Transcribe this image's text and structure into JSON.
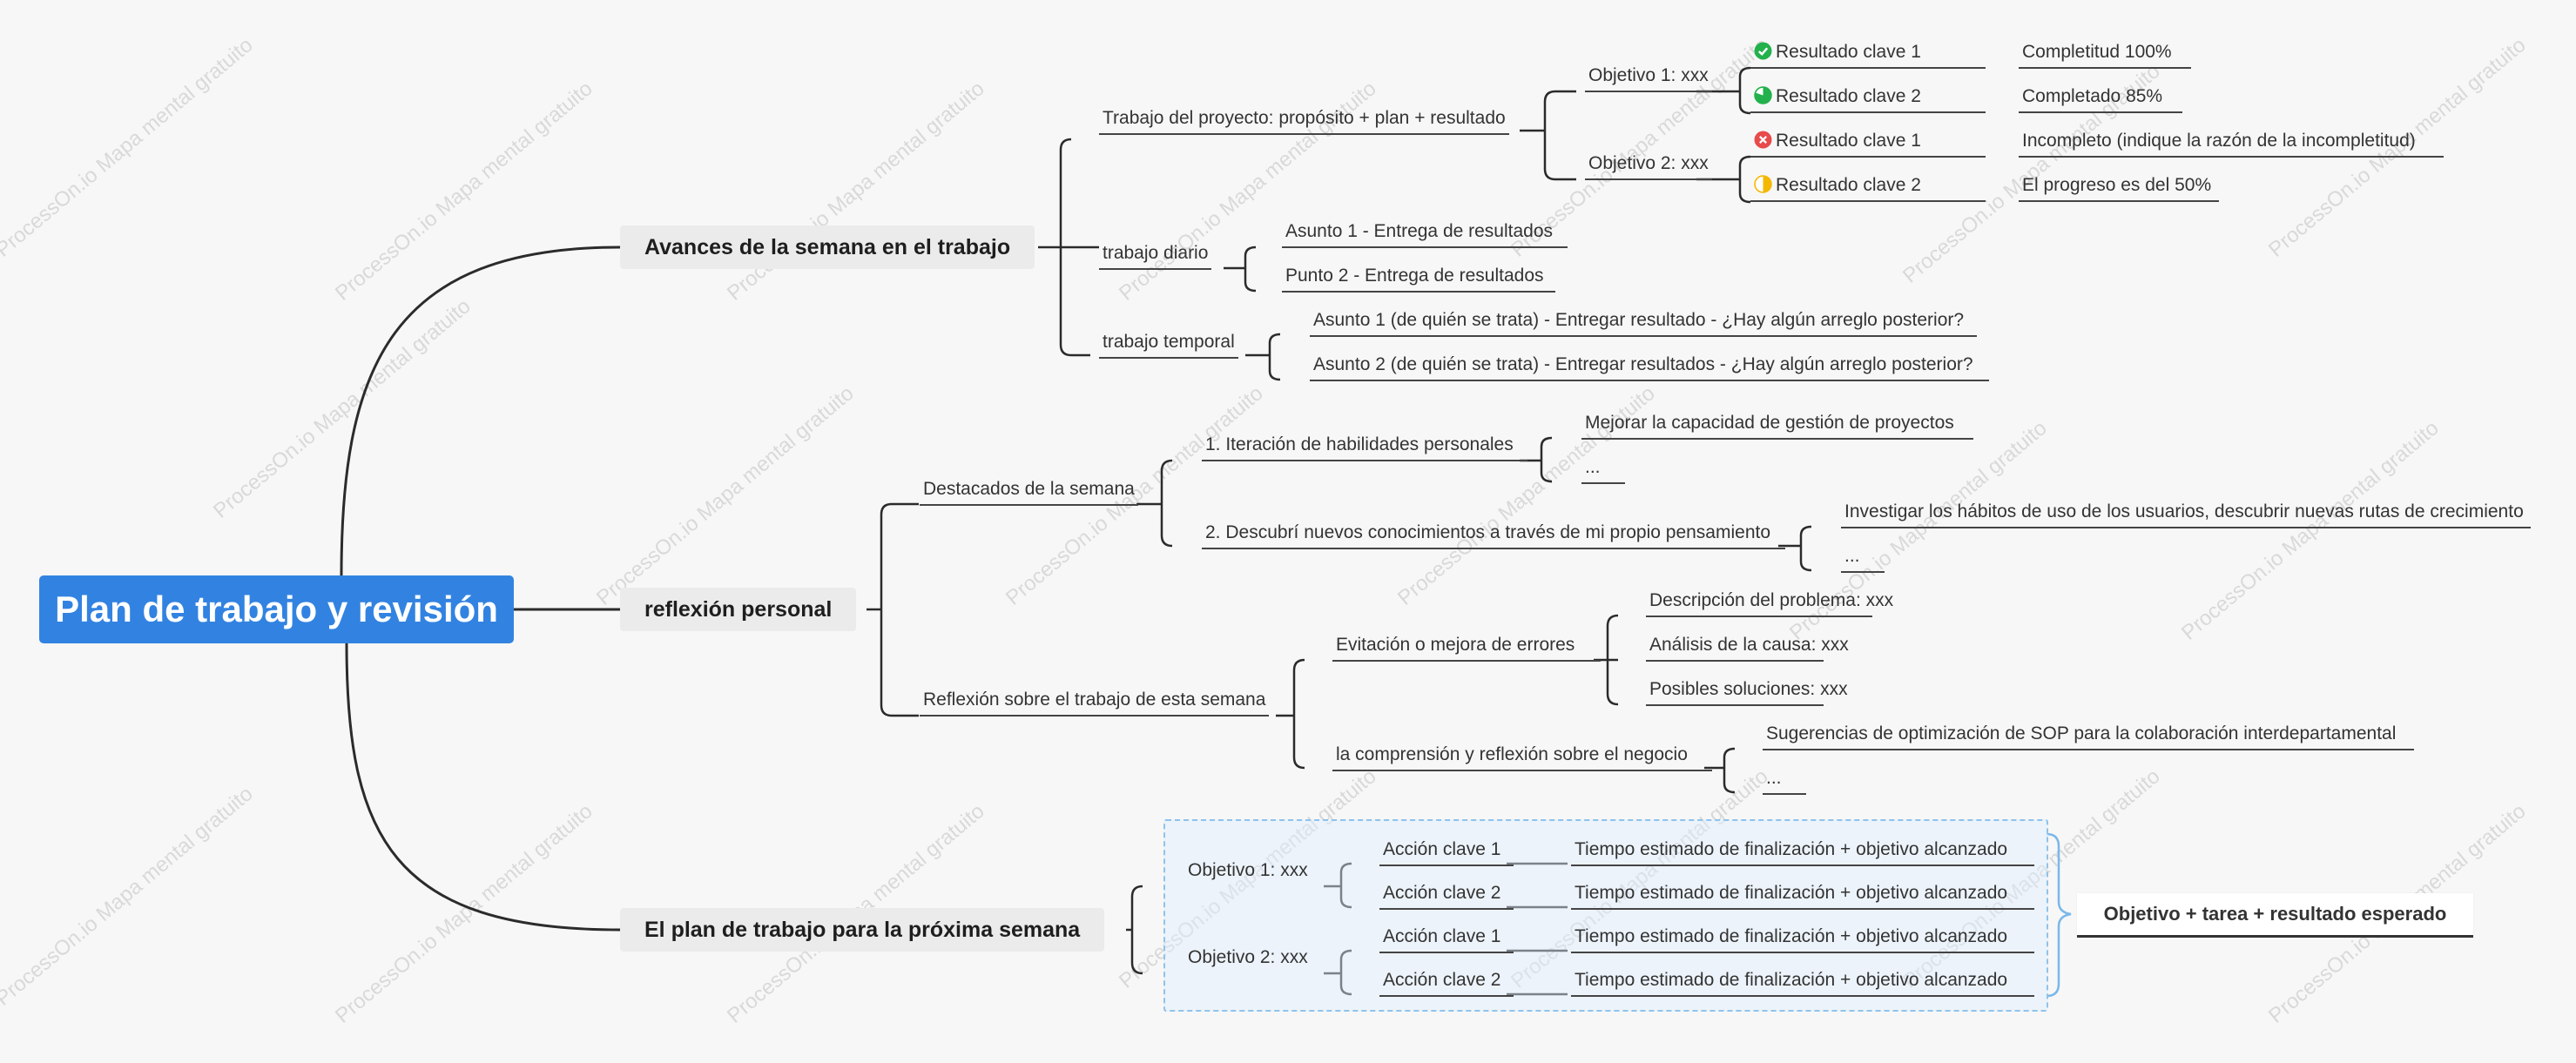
{
  "root": {
    "title": "Plan de trabajo y revisión"
  },
  "watermark": "ProcessOn.io Mapa mental gratuito",
  "branches": {
    "avances": {
      "title": "Avances de la semana en el trabajo",
      "proyecto": {
        "label": "Trabajo del proyecto: propósito + plan + resultado",
        "obj1": {
          "label": "Objetivo 1: xxx",
          "kr1": {
            "label": "Resultado clave 1",
            "status": "Completitud 100%",
            "icon": "check-circle-icon"
          },
          "kr2": {
            "label": "Resultado clave 2",
            "status": "Completado 85%",
            "icon": "pie-progress-icon"
          }
        },
        "obj2": {
          "label": "Objetivo 2: xxx",
          "kr1": {
            "label": "Resultado clave 1",
            "status": "Incompleto (indique la razón de la incompletitud)",
            "icon": "x-circle-icon"
          },
          "kr2": {
            "label": "Resultado clave 2",
            "status": "El progreso es del 50%",
            "icon": "half-circle-icon"
          }
        }
      },
      "diario": {
        "label": "trabajo diario",
        "items": [
          "Asunto 1 - Entrega de resultados",
          "Punto 2 - Entrega de resultados"
        ]
      },
      "temporal": {
        "label": "trabajo temporal",
        "items": [
          "Asunto 1 (de quién se trata) - Entregar resultado - ¿Hay algún arreglo posterior?",
          "Asunto 2 (de quién se trata) - Entregar resultados - ¿Hay algún arreglo posterior?"
        ]
      }
    },
    "reflexion": {
      "title": "reflexión personal",
      "destacados": {
        "label": "Destacados de la semana",
        "h1": {
          "label": "1. Iteración de habilidades personales",
          "items": [
            "Mejorar la capacidad de gestión de proyectos",
            "..."
          ]
        },
        "h2": {
          "label": "2. Descubrí nuevos conocimientos a través de mi propio pensamiento",
          "items": [
            "Investigar los hábitos de uso de los usuarios, descubrir nuevas rutas de crecimiento",
            "..."
          ]
        }
      },
      "semana": {
        "label": "Reflexión sobre el trabajo de esta semana",
        "errores": {
          "label": "Evitación o mejora de errores",
          "items": [
            "Descripción del problema: xxx",
            "Análisis de la causa: xxx",
            "Posibles soluciones: xxx"
          ]
        },
        "negocio": {
          "label": "la comprensión y reflexión sobre el negocio",
          "items": [
            "Sugerencias de optimización de SOP para la colaboración interdepartamental",
            "..."
          ]
        }
      }
    },
    "plan": {
      "title": "El plan de trabajo para la próxima semana",
      "obj1": {
        "label": "Objetivo 1: xxx",
        "a1": {
          "label": "Acción clave 1",
          "detail": "Tiempo estimado de finalización + objetivo alcanzado"
        },
        "a2": {
          "label": "Acción clave 2",
          "detail": "Tiempo estimado de finalización + objetivo alcanzado"
        }
      },
      "obj2": {
        "label": "Objetivo 2: xxx",
        "a1": {
          "label": "Acción clave 1",
          "detail": "Tiempo estimado de finalización + objetivo alcanzado"
        },
        "a2": {
          "label": "Acción clave 2",
          "detail": "Tiempo estimado de finalización + objetivo alcanzado"
        }
      },
      "summary": "Objetivo + tarea + resultado esperado"
    }
  },
  "colors": {
    "root_bg": "#3283e1",
    "line": "#333333",
    "check": "#22b14c",
    "cross": "#e84b4b",
    "half": "#f5b800",
    "box_border": "#8ec3ec"
  }
}
